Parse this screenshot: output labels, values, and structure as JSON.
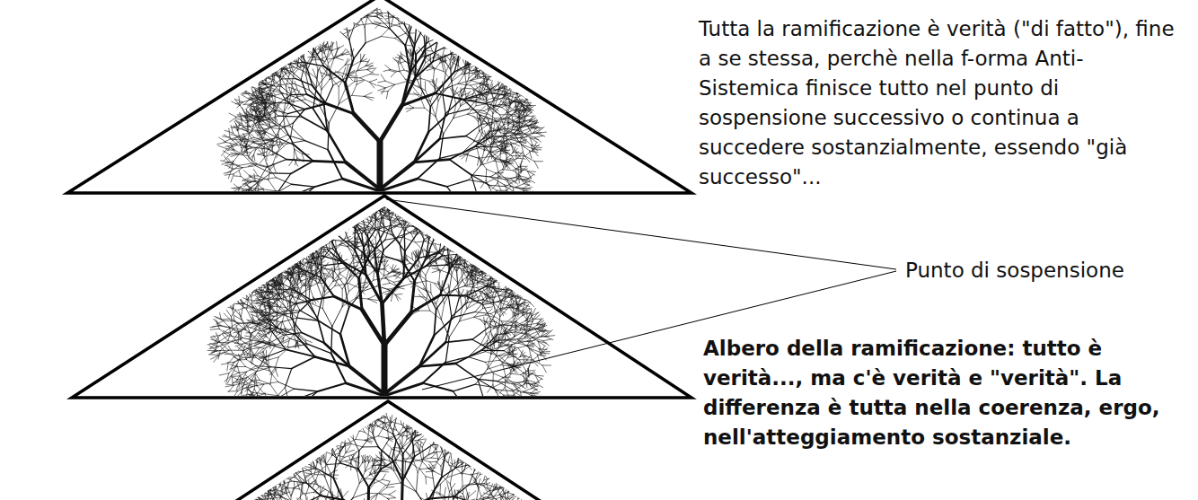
{
  "diagram": {
    "labels": [
      "Tutta la ramificazione è verità (\"di fatto\"), fine a se stessa, perchè nella f-orma Anti-Sistemica finisce tutto nel punto di sospensione successivo o continua a succedere sostanzialmente, essendo \"già successo\"...",
      "Punto di sospensione",
      "Albero della ramificazione: tutto è verità..., ma c'è verità e \"verità\". La differenza è tutta nella coerenza, ergo, nell'atteggiamento sostanziale."
    ]
  }
}
